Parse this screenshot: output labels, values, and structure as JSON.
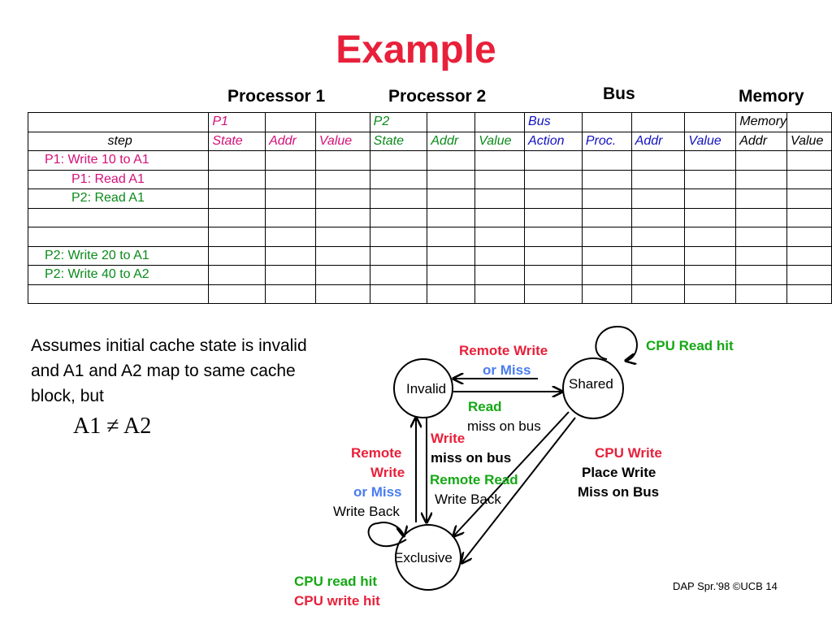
{
  "title": "Example",
  "headers": {
    "p1": "Processor 1",
    "p2": "Processor 2",
    "bus": "Bus",
    "memory": "Memory"
  },
  "table": {
    "row1": [
      "",
      "P1",
      "",
      "",
      "P2",
      "",
      "",
      "Bus",
      "",
      "",
      "",
      "Memory",
      ""
    ],
    "row2": [
      "step",
      "State",
      "Addr",
      "Value",
      "State",
      "Addr",
      "Value",
      "Action",
      "Proc.",
      "Addr",
      "Value",
      "Addr",
      "Value"
    ],
    "steps": [
      "P1: Write 10 to A1",
      "P1: Read A1",
      "P2: Read A1",
      "",
      "",
      "P2: Write 20 to A1",
      "P2: Write 40 to A2",
      ""
    ]
  },
  "assumption": {
    "text": "Assumes initial cache state is invalid and A1 and A2 map to same cache block, but",
    "formula": "A1 ≠ A2"
  },
  "diagram": {
    "states": {
      "invalid": "Invalid",
      "shared": "Shared",
      "exclusive": "Exclusive"
    },
    "labels": {
      "remote_write_or_miss_top_1": "Remote Write",
      "remote_write_or_miss_top_2": "or Miss",
      "read_miss_1": "Read",
      "read_miss_2": "miss on bus",
      "cpu_read_hit_shared": "CPU Read hit",
      "write_miss_1": "Write",
      "write_miss_2": "miss on bus",
      "remote_read_1": "Remote Read",
      "remote_read_2": "Write Back",
      "remote_write_left_1": "Remote",
      "remote_write_left_2": "Write",
      "remote_write_left_3": "or Miss",
      "remote_write_left_4": "Write Back",
      "cpu_write_1": "CPU Write",
      "cpu_write_2": "Place Write",
      "cpu_write_3": "Miss on Bus",
      "cpu_read_hit_excl": "CPU read hit",
      "cpu_write_hit_excl": "CPU write hit"
    }
  },
  "footer": "DAP Spr.'98 ©UCB 14"
}
